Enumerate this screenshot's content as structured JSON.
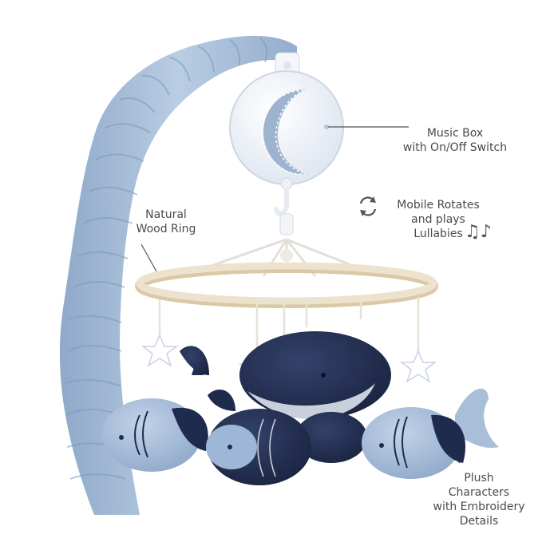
{
  "callouts": {
    "music_box": [
      "Music Box",
      "with On/Off Switch"
    ],
    "wood_ring": [
      "Natural",
      "Wood Ring"
    ],
    "rotates": [
      "Mobile Rotates",
      "and plays",
      "Lullabies"
    ],
    "plush": [
      "Plush",
      "Characters",
      "with Embroidery",
      "Details"
    ]
  },
  "icons": {
    "rotate": "rotate-arrows-icon",
    "notes": "music-notes-icon",
    "moon": "crescent-moon-icon"
  },
  "colors": {
    "arm_blue": "#a9bfd9",
    "navy": "#1f2b4d",
    "light_blue": "#9fb7d6",
    "wood": "#e8dcc3",
    "text": "#4a4a4a"
  }
}
